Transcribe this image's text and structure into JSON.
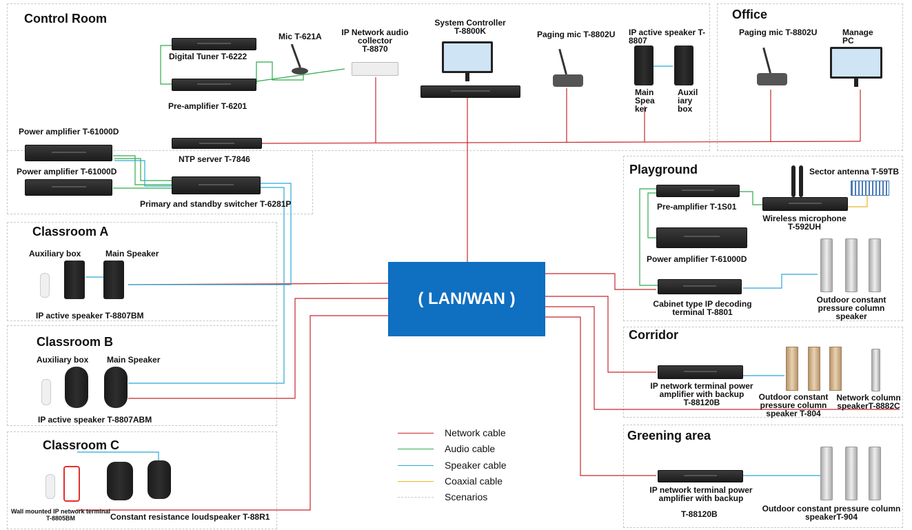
{
  "colors": {
    "network": "#c8262a",
    "audio": "#2eaa4a",
    "speaker": "#2aa8d8",
    "coaxial": "#e3b62a",
    "scenario": "#c8c8c8",
    "lan": "#0f6fc0"
  },
  "zones": {
    "control_room": "Control Room",
    "office": "Office",
    "classroom_a": "Classroom A",
    "classroom_b": "Classroom B",
    "classroom_c": "Classroom C",
    "playground": "Playground",
    "corridor": "Corridor",
    "greening_area": "Greening area"
  },
  "lan": "( LAN/WAN )",
  "devices": {
    "digital_tuner": "Digital Tuner T-6222",
    "mic": "Mic T-621A",
    "audio_collector": [
      "IP Network audio",
      "collector",
      "T-8870"
    ],
    "system_controller": [
      "System Controller",
      "T-8800K"
    ],
    "paging_mic": "Paging mic T-8802U",
    "ip_active_speaker": [
      "IP active speaker T-",
      "8807"
    ],
    "main_speaker_cr": [
      "Main",
      "Spea",
      "ker"
    ],
    "aux_box_cr": [
      "Auxil",
      "iary",
      "box"
    ],
    "office_paging_mic": "Paging mic T-8802U",
    "manage_pc": [
      "Manage",
      "PC"
    ],
    "preamp": "Pre-amplifier T-6201",
    "power_amp_1": "Power amplifier T-61000D",
    "power_amp_2": "Power amplifier T-61000D",
    "ntp": "NTP server  T-7846",
    "switcher": "Primary and standby switcher T-6281P",
    "ca_aux": "Auxiliary box",
    "ca_main": "Main Speaker",
    "ca_model": "IP active speaker T-8807BM",
    "cb_aux": "Auxiliary box",
    "cb_main": "Main Speaker",
    "cb_model": "IP active speaker T-8807ABM",
    "cc_terminal": [
      "Wall mounted IP network terminal",
      "T-8805BM"
    ],
    "cc_speaker": "Constant resistance loudspeaker T-88R1",
    "pg_preamp": "Pre-amplifier T-1S01",
    "pg_antenna": "Sector antenna T-59TB",
    "pg_wireless": [
      "Wireless microphone",
      "T-592UH"
    ],
    "pg_power_amp": "Power amplifier T-61000D",
    "pg_decoder": [
      "Cabinet type IP decoding",
      "terminal T-8801"
    ],
    "pg_columns": [
      "Outdoor constant",
      "pressure column",
      "speaker"
    ],
    "cor_amp": [
      "IP network terminal power",
      "amplifier with backup",
      "T-88120B"
    ],
    "cor_columns": [
      "Outdoor constant",
      "pressure column",
      "speaker T-804"
    ],
    "cor_network_col": [
      "Network column",
      "speakerT-8882C"
    ],
    "gr_amp": [
      "IP network terminal power",
      "amplifier with backup"
    ],
    "gr_amp_model": "T-88120B",
    "gr_columns": [
      "Outdoor constant pressure column",
      "speakerT-904"
    ]
  },
  "legend": [
    {
      "label": "Network cable",
      "color": "#c8262a",
      "dashed": false
    },
    {
      "label": "Audio cable",
      "color": "#2eaa4a",
      "dashed": false
    },
    {
      "label": "Speaker cable",
      "color": "#2aa8d8",
      "dashed": false
    },
    {
      "label": "Coaxial cable",
      "color": "#e3b62a",
      "dashed": false
    },
    {
      "label": "Scenarios",
      "color": "#c8c8c8",
      "dashed": true
    }
  ]
}
